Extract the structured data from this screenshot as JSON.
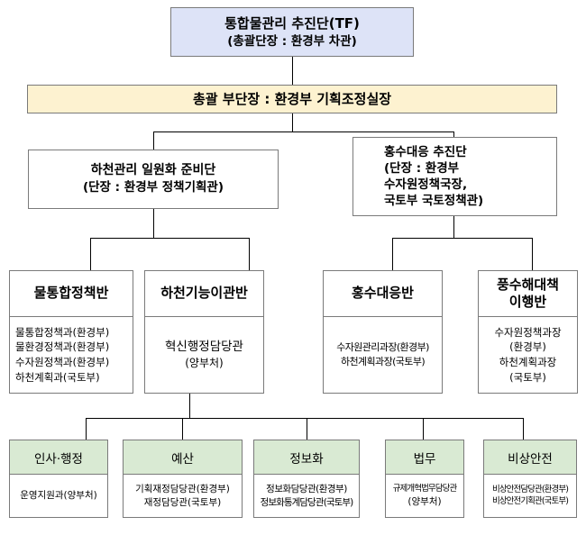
{
  "tf": {
    "title": "통합물관리 추진단(TF)",
    "subtitle": "(총괄단장 : 환경부 차관)"
  },
  "deputy": {
    "label": "총괄 부단장 : 환경부 기획조정실장"
  },
  "river_prep": {
    "line1": "하천관리 일원화 준비단",
    "line2": "(단장 : 환경부 정책기획관)"
  },
  "flood_promo": {
    "line1": "홍수대응 추진단",
    "line2": "(단장 : 환경부",
    "line3": "수자원정책국장,",
    "line4": "국토부 국토정책관)"
  },
  "units": [
    {
      "title": "물통합정책반",
      "items": [
        "물통합정책과(환경부)",
        "물환경정책과(환경부)",
        "수자원정책과(환경부)",
        "하천계획과(국토부)"
      ]
    },
    {
      "title": "하천기능이관반",
      "items": [
        "혁신행정담당관",
        "(양부처)"
      ]
    },
    {
      "title": "홍수대응반",
      "items": [
        "수자원관리과장(환경부)",
        "하천계획과장(국토부)"
      ]
    },
    {
      "title_line1": "풍수해대책",
      "title_line2": "이행반",
      "items": [
        "수자원정책과장",
        "(환경부)",
        "하천계획과장",
        "(국토부)"
      ]
    }
  ],
  "support": [
    {
      "title": "인사·행정",
      "items": [
        "운영지원과(양부처)"
      ]
    },
    {
      "title": "예산",
      "items": [
        "기획재정담당관(환경부)",
        "재정담당관(국토부)"
      ]
    },
    {
      "title": "정보화",
      "items": [
        "정보화담당관(환경부)",
        "정보화통계담당관(국토부)"
      ]
    },
    {
      "title": "법무",
      "items": [
        "규제개혁법무담당관",
        "(양부처)"
      ]
    },
    {
      "title": "비상안전",
      "items": [
        "비상안전담당관(환경부)",
        "비상안전기획관(국토부)"
      ]
    }
  ],
  "colors": {
    "tf_fill": "#dde3f7",
    "deputy_fill": "#fdf2d0",
    "support_fill": "#d9ead3",
    "border": "#7a7a7a"
  }
}
